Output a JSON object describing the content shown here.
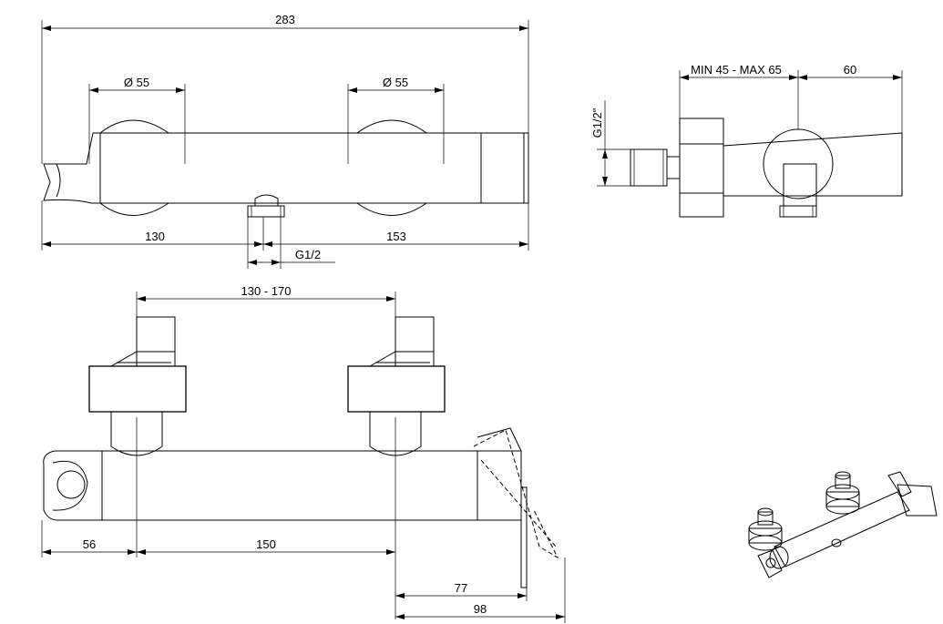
{
  "dimensions": {
    "total_length": "283",
    "knob_diameter_left": "Ø 55",
    "knob_diameter_right": "Ø 55",
    "left_to_outlet": "130",
    "outlet_to_right": "153",
    "outlet_thread": "G1/2",
    "side_depth_range": "MIN 45 - MAX 65",
    "side_outlet_offset": "60",
    "side_thread": "G1/2\"",
    "inlet_spacing": "130 - 170",
    "holder_to_inlet": "56",
    "inlet_to_inlet_center": "150",
    "lever_projection": "77",
    "lever_total": "98"
  }
}
